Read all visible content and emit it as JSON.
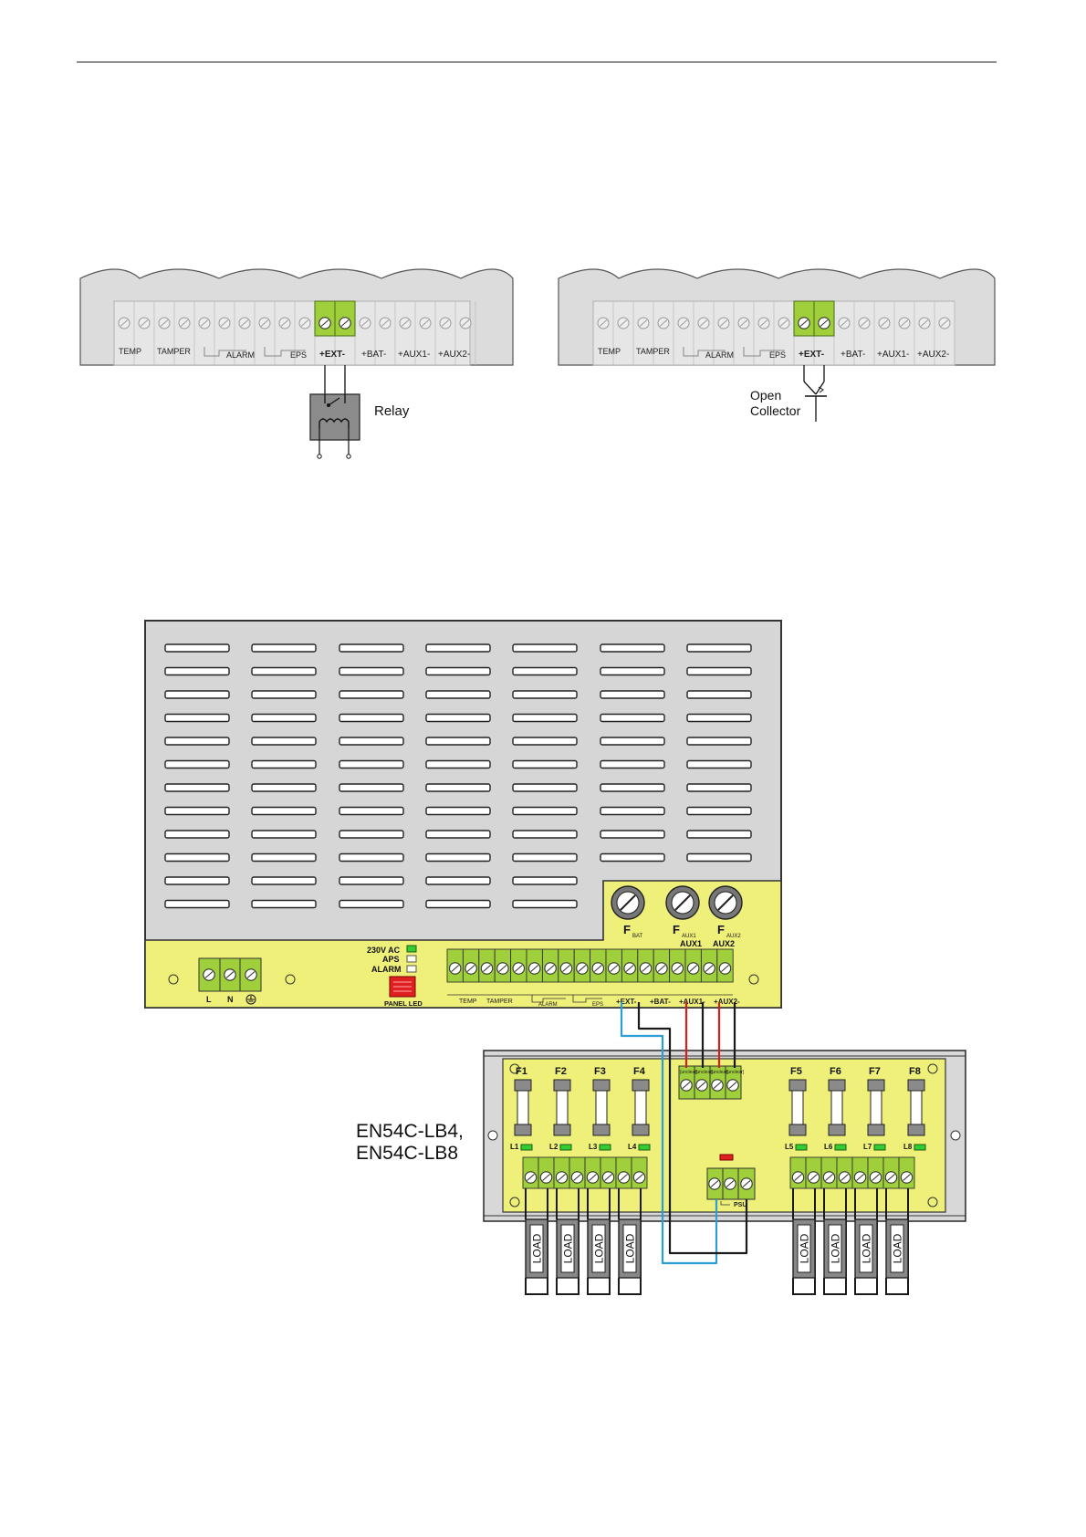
{
  "diagram1": {
    "terminal_labels": [
      "TEMP",
      "TAMPER",
      "ALARM",
      "EPS",
      "+EXT-",
      "+BAT-",
      "+AUX1-",
      "+AUX2-"
    ],
    "relay_label": "Relay"
  },
  "diagram2": {
    "terminal_labels": [
      "TEMP",
      "TAMPER",
      "ALARM",
      "EPS",
      "+EXT-",
      "+BAT-",
      "+AUX1-",
      "+AUX2-"
    ],
    "open_collector_label": [
      "Open",
      "Collector"
    ]
  },
  "psu": {
    "fuses": [
      {
        "main": "F",
        "sub": "BAT"
      },
      {
        "main": "F",
        "sub": "AUX1"
      },
      {
        "main": "F",
        "sub": "AUX2"
      }
    ],
    "aux_leds": [
      "AUX1",
      "AUX2"
    ],
    "status_leds": [
      "230V AC",
      "APS",
      "ALARM"
    ],
    "panel_led_label": "PANEL LED",
    "mains_labels": [
      "L",
      "N"
    ],
    "terminal_labels": [
      "TEMP",
      "TAMPER",
      "ALARM",
      "EPS",
      "+EXT-",
      "+BAT-",
      "+AUX1-",
      "+AUX2-"
    ]
  },
  "module": {
    "model_label": [
      "EN54C-LB4,",
      "EN54C-LB8"
    ],
    "fuses": [
      "F1",
      "F2",
      "F3",
      "F4",
      "F5",
      "F6",
      "F7",
      "F8"
    ],
    "leds": [
      "L1",
      "L2",
      "L3",
      "L4",
      "L5",
      "L6",
      "L7",
      "L8"
    ],
    "input_terminal_labels": [
      "[unclear]",
      "[unclear]",
      "[unclear]",
      "[unclear]"
    ],
    "psu_terminal_label": "PSU",
    "load_label": "LOAD"
  },
  "colors": {
    "housing": "#d9d9d9",
    "board": "#eef07a",
    "terminal": "#9fcf3a",
    "wire_red": "#d21f1f",
    "wire_blue": "#2a9fd6",
    "led_green": "#33cc33",
    "led_red": "#e02020"
  }
}
